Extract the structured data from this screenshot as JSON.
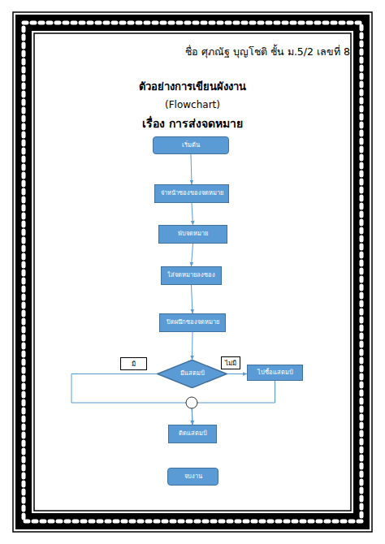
{
  "diagram": {
    "title": "ตัวอย่างการเขียนผังงาน",
    "nodes": [
      {
        "text": [
          "เริ่มต้น"
        ]
      },
      {
        "text": [
          "จ่าหน้าซองของจดหมาย"
        ]
      },
      {
        "text": [
          "พับจดหมาย"
        ]
      },
      {
        "text": [
          "ใส่จดหมายลงซอง"
        ]
      },
      {
        "text": [
          "ปิดผนึกซองจดหมาย"
        ]
      },
      {
        "text": [
          "มีแสตมป์"
        ]
      },
      {
        "text": [
          "ไปซื้อแสตมป์"
        ]
      },
      {
        "text": [
          "ติดแสตมป์"
        ]
      },
      {
        "text": [
          "จบงาน"
        ]
      }
    ],
    "edges": [
      {
        "from": 0,
        "to": 1,
        "arrow": "to"
      },
      {
        "from": 1,
        "to": 2,
        "arrow": "to"
      },
      {
        "from": 2,
        "to": 3,
        "arrow": "to"
      },
      {
        "from": 3,
        "to": 4,
        "arrow": "to"
      },
      {
        "from": 4,
        "to": 5,
        "arrow": "to"
      },
      {
        "from": 5,
        "to": 7,
        "label": "มี",
        "arrow": "to"
      },
      {
        "from": 5,
        "to": 6,
        "label": "ไม่มี",
        "arrow": "to"
      },
      {
        "from": 6,
        "to": 7,
        "arrow": "to"
      }
    ],
    "labels": [
      "ชื่อ ศุภณัฐ บุญโชติ ชั้น ม.5/2 เลขที่ 8",
      "(Flowchart)",
      "เรื่อง การส่งจดหมาย"
    ]
  }
}
